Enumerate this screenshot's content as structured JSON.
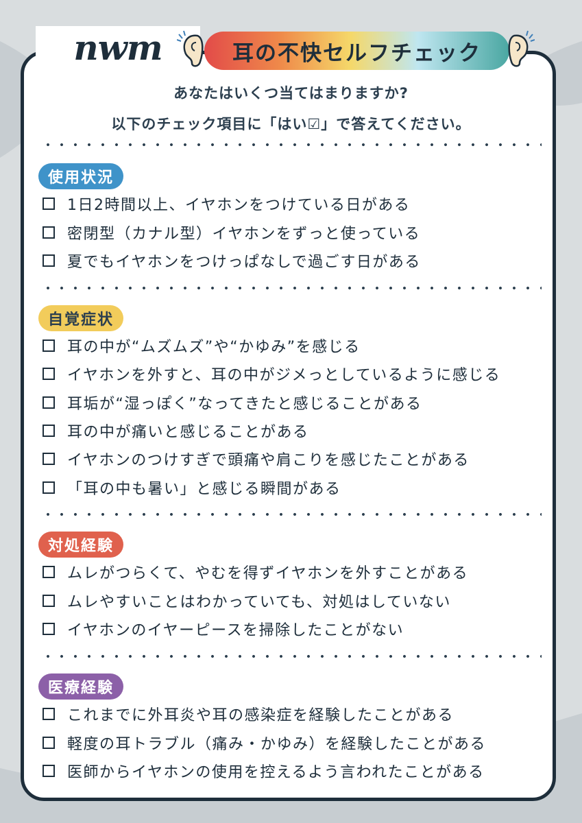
{
  "header": {
    "logo_text": "nwm",
    "title": "耳の不快セルフチェック",
    "icons": [
      "ear-icon",
      "ear-icon"
    ]
  },
  "intro": {
    "line1": "あなたはいくつ当てはまりますか?",
    "line2": "以下のチェック項目に「はい☑」で答えてください。"
  },
  "sections": [
    {
      "label": "使用状況",
      "color": "#3f93c9",
      "items": [
        "1日2時間以上、イヤホンをつけている日がある",
        "密閉型（カナル型）イヤホンをずっと使っている",
        "夏でもイヤホンをつけっぱなしで過ごす日がある"
      ]
    },
    {
      "label": "自覚症状",
      "color": "#f2cc5b",
      "items": [
        "耳の中が“ムズムズ”や“かゆみ”を感じる",
        "イヤホンを外すと、耳の中がジメっとしているように感じる",
        "耳垢が“湿っぽく”なってきたと感じることがある",
        "耳の中が痛いと感じることがある",
        "イヤホンのつけすぎで頭痛や肩こりを感じたことがある",
        "「耳の中も暑い」と感じる瞬間がある"
      ]
    },
    {
      "label": "対処経験",
      "color": "#e0614d",
      "items": [
        "ムレがつらくて、やむを得ずイヤホンを外すことがある",
        "ムレやすいことはわかっていても、対処はしていない",
        "イヤホンのイヤーピースを掃除したことがない"
      ]
    },
    {
      "label": "医療経験",
      "color": "#8c60a8",
      "items": [
        "これまでに外耳炎や耳の感染症を経験したことがある",
        "軽度の耳トラブル（痛み・かゆみ）を経験したことがある",
        "医師からイヤホンの使用を控えるよう言われたことがある"
      ]
    }
  ]
}
